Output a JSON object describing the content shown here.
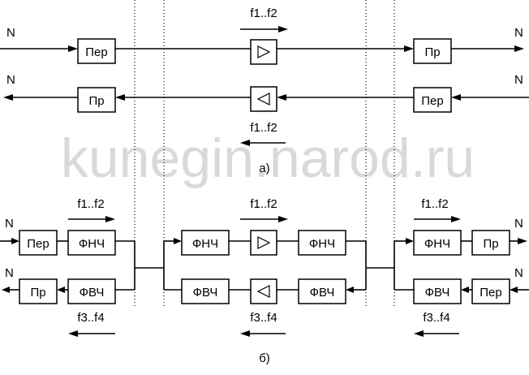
{
  "watermark": "kunegin.narod.ru",
  "captions": {
    "a": "а)",
    "b": "б)"
  },
  "signal_label": "N",
  "blocks": {
    "transmitter": "Пер",
    "receiver": "Пр",
    "lowpass_filter": "ФНЧ",
    "highpass_filter": "ФВЧ"
  },
  "bands": {
    "forward": "f1..f2",
    "reverse": "f3..f4"
  }
}
